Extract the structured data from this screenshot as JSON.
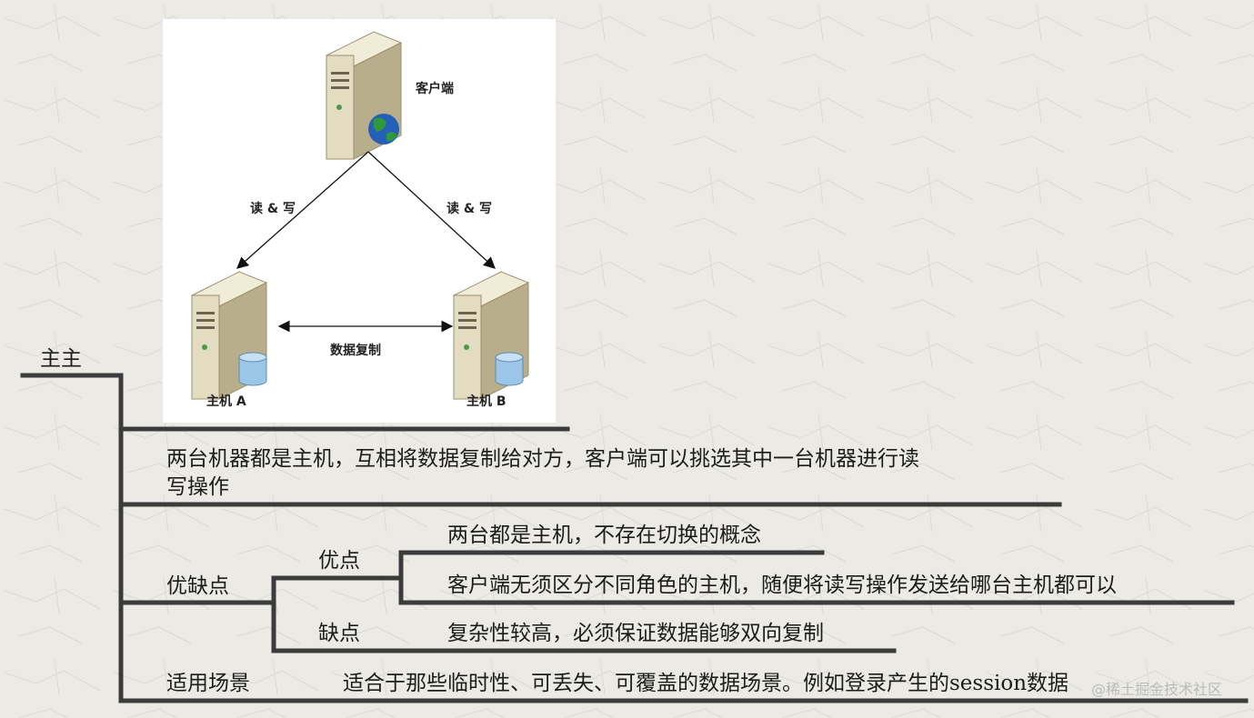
{
  "diagram": {
    "client_label": "客户端",
    "left_arrow_label": "读 & 写",
    "right_arrow_label": "读 & 写",
    "replication_label": "数据复制",
    "host_a_label": "主机 A",
    "host_b_label": "主机 B",
    "colors": {
      "server_body": "#e3dcc0",
      "server_shadow": "#b9ae8c",
      "db": "#9cc6e6",
      "globe_land": "#2f9a3c",
      "globe_sea": "#2460b8"
    }
  },
  "mindmap": {
    "root": "主主",
    "description_line1": "两台机器都是主机，互相将数据复制给对方，客户端可以挑选其中一台机器进行读",
    "description_line2": "写操作",
    "pros_cons_label": "优缺点",
    "pros_label": "优点",
    "pros": [
      "两台都是主机，不存在切换的概念",
      "客户端无须区分不同角色的主机，随便将读写操作发送给哪台主机都可以"
    ],
    "cons_label": "缺点",
    "cons": [
      "复杂性较高，必须保证数据能够双向复制"
    ],
    "scenario_label": "适用场景",
    "scenario_text": "适合于那些临时性、可丢失、可覆盖的数据场景。例如登录产生的session数据"
  },
  "watermark": "@稀土掘金技术社区"
}
